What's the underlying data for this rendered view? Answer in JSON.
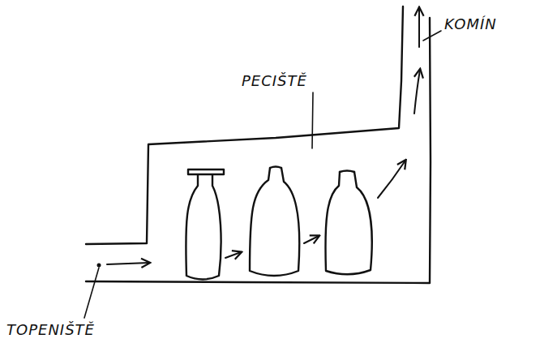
{
  "diagram": {
    "labels": [
      "KOMÍN",
      "PECIŠTĚ",
      "TOPENIŠTĚ"
    ]
  }
}
